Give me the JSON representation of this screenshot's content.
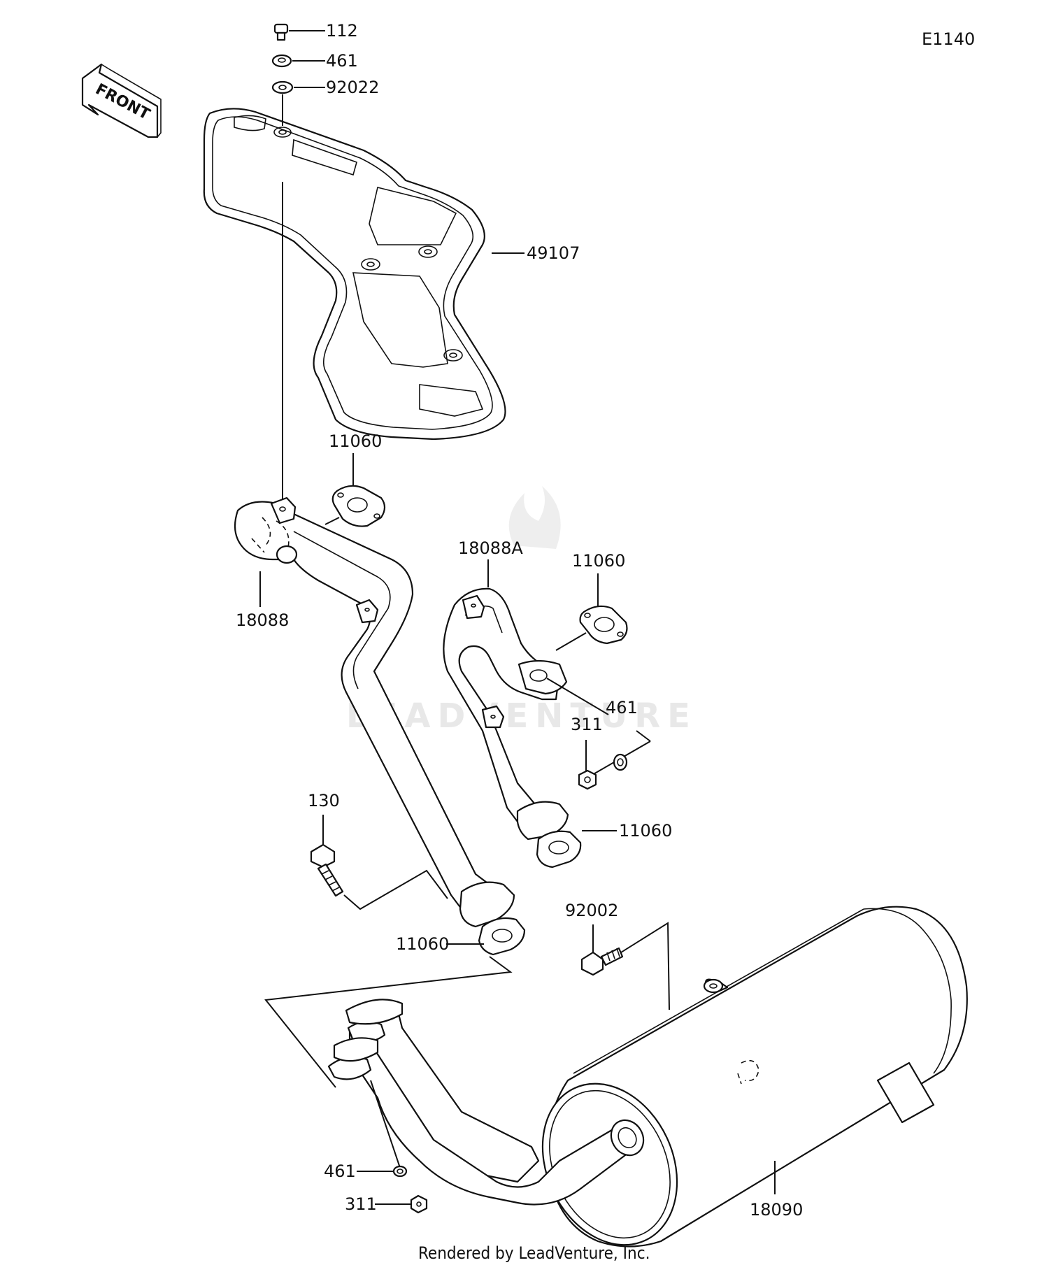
{
  "diagram_id": "E1140",
  "front_label": "FRONT",
  "watermark": "LEADVENTURE",
  "footer": "Rendered by LeadVenture, Inc.",
  "callouts": {
    "bolt_top": "112",
    "nut_top": "461",
    "washer_top": "92022",
    "heat_guard": "49107",
    "gasket_upper_left": "11060",
    "gasket_upper_right": "11060",
    "pipe_rear": "18088",
    "pipe_front": "18088A",
    "nut_mid": "461",
    "nut_311_mid": "311",
    "gasket_mid_right": "11060",
    "bolt_130": "130",
    "gasket_lower_left": "11060",
    "bolt_92002": "92002",
    "nut_bottom": "461",
    "nut_311_bottom": "311",
    "muffler": "18090"
  }
}
